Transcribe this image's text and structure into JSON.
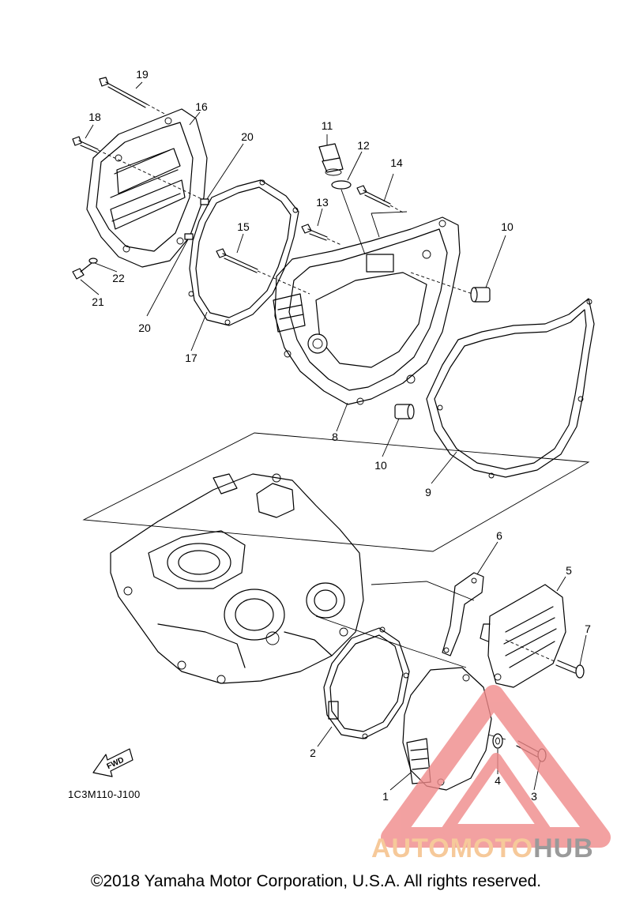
{
  "diagram": {
    "callouts": [
      {
        "num": "1"
      },
      {
        "num": "2"
      },
      {
        "num": "3"
      },
      {
        "num": "4"
      },
      {
        "num": "5"
      },
      {
        "num": "6"
      },
      {
        "num": "7"
      },
      {
        "num": "8"
      },
      {
        "num": "9"
      },
      {
        "num": "10"
      },
      {
        "num": "10"
      },
      {
        "num": "11"
      },
      {
        "num": "12"
      },
      {
        "num": "13"
      },
      {
        "num": "14"
      },
      {
        "num": "15"
      },
      {
        "num": "16"
      },
      {
        "num": "17"
      },
      {
        "num": "18"
      },
      {
        "num": "19"
      },
      {
        "num": "20"
      },
      {
        "num": "20"
      },
      {
        "num": "21"
      },
      {
        "num": "22"
      }
    ],
    "fwd_label": "FWD",
    "catalog_code": "1C3M110-J100"
  },
  "watermark": {
    "text_part1": "AUTOMOTO",
    "text_part2": "HUB",
    "color_primary": "#f08a8a",
    "color_text": "#f6c99a",
    "color_text2": "#9a9a9a"
  },
  "footer": {
    "copyright": "©2018 Yamaha Motor Corporation, U.S.A. All rights reserved."
  }
}
